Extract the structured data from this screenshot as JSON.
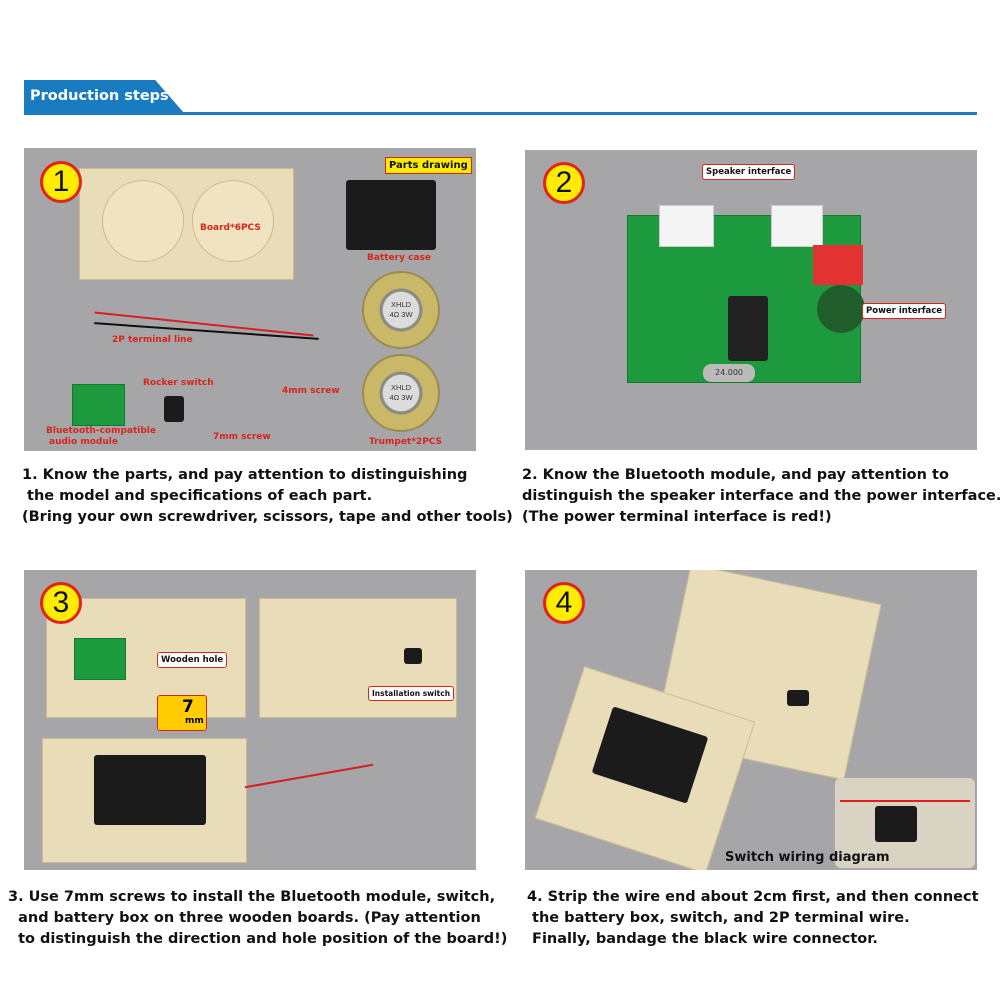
{
  "header": {
    "title": "Production steps",
    "accent": "#1a7cc0"
  },
  "steps": [
    {
      "number": "1",
      "labels": {
        "parts_drawing": "Parts drawing",
        "board": "Board*6PCS",
        "battery_case": "Battery case",
        "terminal_line": "2P terminal line",
        "rocker_switch": "Rocker switch",
        "screw_4mm": "4mm screw",
        "screw_7mm": "7mm screw",
        "bt_module_1": "Bluetooth-compatible",
        "bt_module_2": "audio module",
        "trumpet": "Trumpet*2PCS",
        "speaker_text_1": "XHLD",
        "speaker_text_2": "4Ω 3W"
      },
      "caption": [
        "1. Know the parts, and pay attention to distinguishing",
        " the model and specifications of each part.",
        "(Bring your own screwdriver, scissors, tape and other tools)"
      ]
    },
    {
      "number": "2",
      "labels": {
        "speaker_interface": "Speaker interface",
        "power_interface": "Power interface",
        "crystal": "24.000"
      },
      "caption": [
        "2. Know the Bluetooth module, and pay attention to",
        "distinguish the speaker interface and the power interface.",
        "(The power terminal interface is red!)"
      ]
    },
    {
      "number": "3",
      "labels": {
        "wooden_hole": "Wooden hole",
        "installation_switch": "Installation switch",
        "screw_size": "7",
        "screw_unit": "mm"
      },
      "caption": [
        "3. Use 7mm screws to install the Bluetooth module, switch,",
        "  and battery box on three wooden boards. (Pay attention",
        "  to distinguish the direction and hole position of the board!)"
      ]
    },
    {
      "number": "4",
      "labels": {
        "switch_wiring": "Switch wiring diagram"
      },
      "caption": [
        "4. Strip the wire end about 2cm first, and then connect",
        " the battery box, switch, and 2P terminal wire.",
        " Finally, bandage the black wire connector."
      ]
    }
  ]
}
